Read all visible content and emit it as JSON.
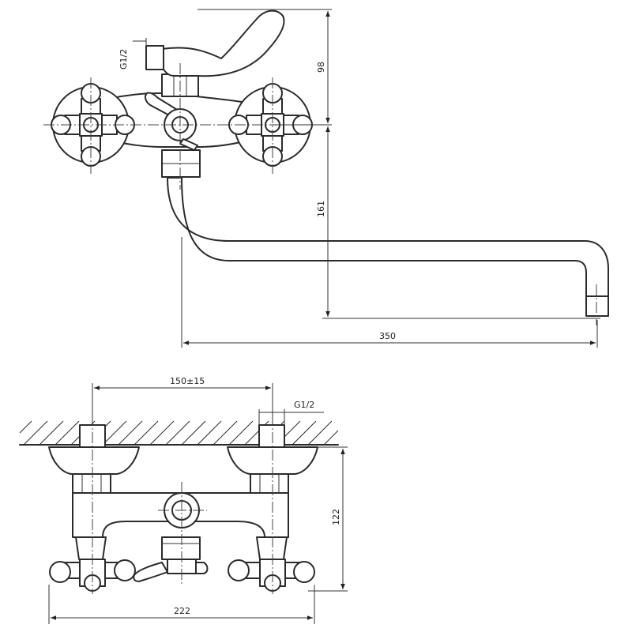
{
  "top_view": {
    "thread_label": "G1/2",
    "dim_height_top": "98",
    "dim_height_spout": "161",
    "dim_spout_length": "350"
  },
  "front_view": {
    "dim_spacing": "150±15",
    "thread_label": "G1/2",
    "dim_height": "122",
    "dim_width": "222"
  }
}
